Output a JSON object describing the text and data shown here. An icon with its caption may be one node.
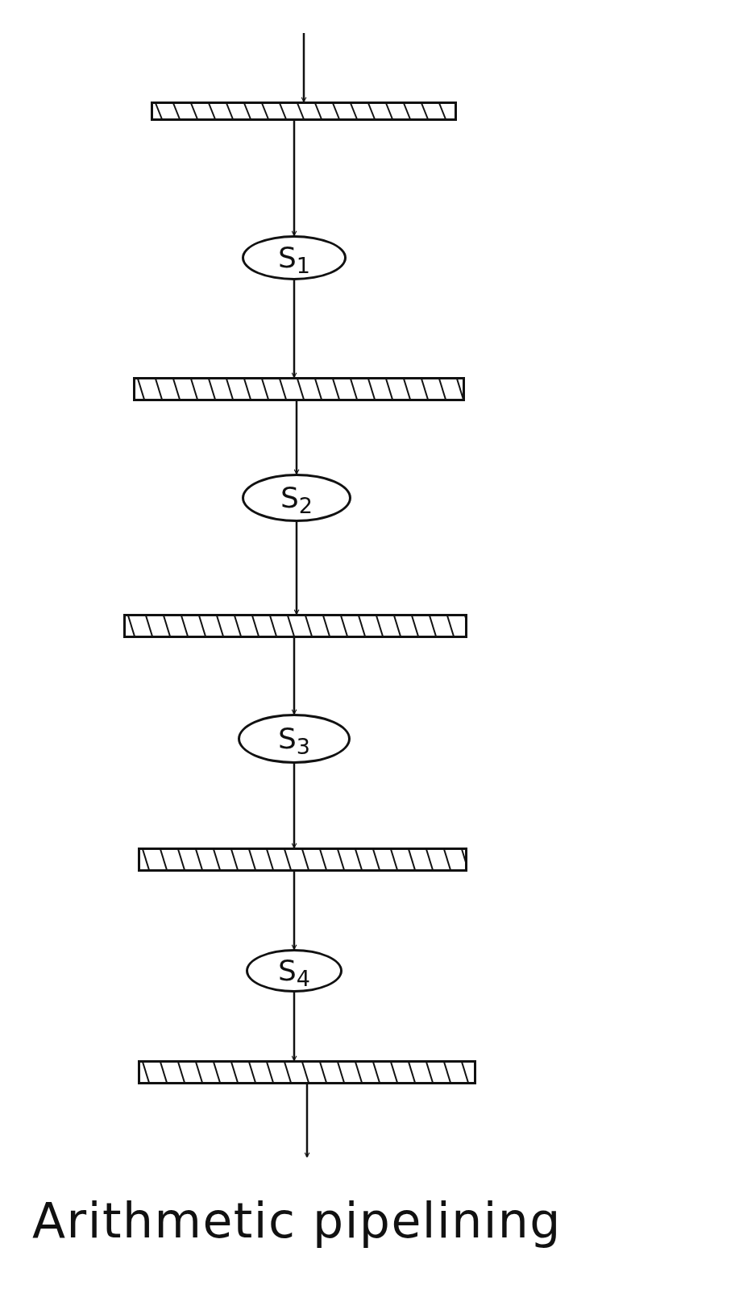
{
  "diagram": {
    "caption": "Arithmetic pipelining",
    "nodes": [
      {
        "text": [],
        "shape": "bar"
      },
      {
        "text": [
          "S$_{1}$"
        ]
      },
      {
        "text": [],
        "shape": "bar"
      },
      {
        "text": [
          "S$_{2}$"
        ]
      },
      {
        "text": [],
        "shape": "bar"
      },
      {
        "text": [
          "S$_{3}$"
        ]
      },
      {
        "text": [],
        "shape": "bar"
      },
      {
        "text": [
          "S$_{4}$"
        ]
      },
      {
        "text": [],
        "shape": "bar"
      }
    ],
    "edges": [
      {
        "from": null,
        "to": 0,
        "arrow": "to"
      },
      {
        "from": 0,
        "to": 1,
        "arrow": "to"
      },
      {
        "from": 1,
        "to": 2,
        "arrow": "to"
      },
      {
        "from": 2,
        "to": 3,
        "arrow": "to"
      },
      {
        "from": 3,
        "to": 4,
        "arrow": "to"
      },
      {
        "from": 4,
        "to": 5,
        "arrow": "to"
      },
      {
        "from": 5,
        "to": 6,
        "arrow": "to"
      },
      {
        "from": 6,
        "to": 7,
        "arrow": "to"
      },
      {
        "from": 7,
        "to": 8,
        "arrow": "to"
      },
      {
        "from": 8,
        "to": null,
        "arrow": "to"
      }
    ]
  }
}
